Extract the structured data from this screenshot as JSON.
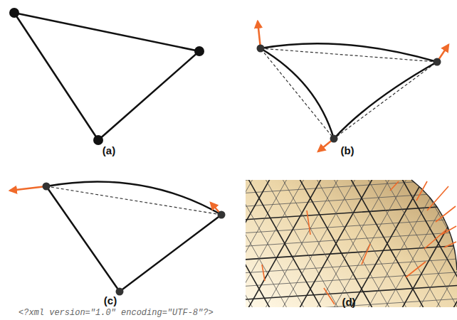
{
  "diagram": {
    "labels": [
      "(a)",
      "(b)",
      "(c)",
      "(d)",
      "<?xml version=\"1.0\" encoding=\"UTF-8\"?>"
    ]
  }
}
